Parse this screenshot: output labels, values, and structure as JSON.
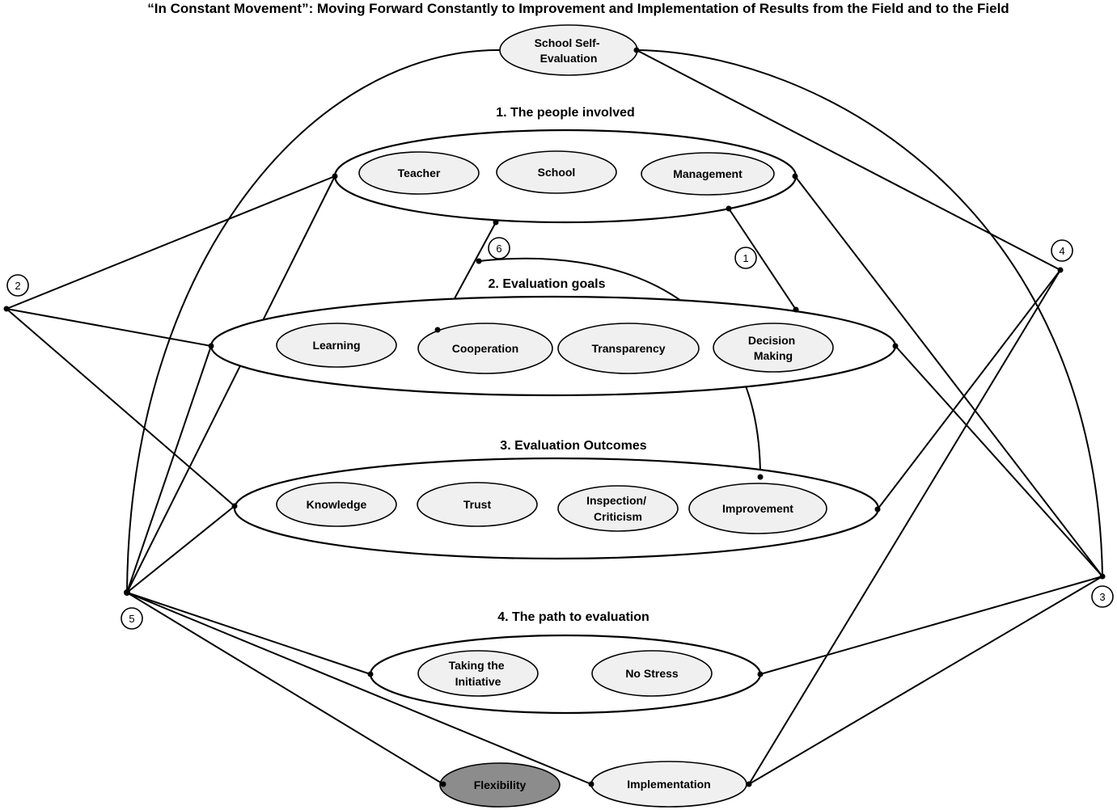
{
  "title": "“In Constant Movement”: Moving Forward Constantly to Improvement and Implementation of Results from the Field and to the Field",
  "sections": {
    "people": "1.  The people involved",
    "goals": "2. Evaluation goals",
    "outcomes": "3. Evaluation Outcomes",
    "path": "4. The path to evaluation"
  },
  "nodes": {
    "school_self_evaluation": [
      "School Self-",
      "Evaluation"
    ],
    "teacher": [
      "Teacher"
    ],
    "school": [
      "School"
    ],
    "management": [
      "Management"
    ],
    "learning": [
      "Learning"
    ],
    "cooperation": [
      "Cooperation"
    ],
    "transparency": [
      "Transparency"
    ],
    "decision_making": [
      "Decision",
      "Making"
    ],
    "knowledge": [
      "Knowledge"
    ],
    "trust": [
      "Trust"
    ],
    "inspection": [
      "Inspection/",
      "Criticism"
    ],
    "improvement": [
      "Improvement"
    ],
    "taking_initiative": [
      "Taking the",
      "Initiative"
    ],
    "no_stress": [
      "No Stress"
    ],
    "flexibility": [
      "Flexibility"
    ],
    "implementation": [
      "Implementation"
    ]
  },
  "badges": {
    "b1": "1",
    "b2": "2",
    "b3": "3",
    "b4": "4",
    "b5": "5",
    "b6": "6"
  },
  "colors": {
    "node_fill": "#f0f0f0",
    "flexibility_fill": "#8c8c8c",
    "line": "#000000"
  }
}
